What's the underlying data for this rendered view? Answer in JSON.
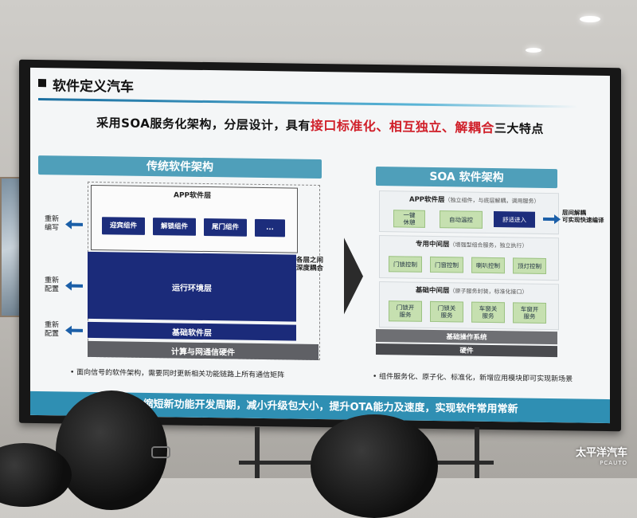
{
  "slide": {
    "title": "软件定义汽车",
    "headline": {
      "prefix": "采用SOA服务化架构，分层设计，具有",
      "highlight1": "接口标准化",
      "sep1": "、",
      "highlight2": "相互独立",
      "sep2": "、",
      "highlight3": "解耦合",
      "suffix": "三大特点"
    },
    "left": {
      "header": "传统软件架构",
      "app_layer": "APP软件层",
      "components": [
        "迎宾组件",
        "解锁组件",
        "尾门组件",
        "..."
      ],
      "runtime_layer": "运行环境层",
      "base_layer": "基础软件层",
      "hardware": "计算与网通信硬件",
      "coupling_note": "各层之间\n深度耦合",
      "side_labels": [
        "重新\n编写",
        "重新\n配置",
        "重新\n配置"
      ],
      "bullet": "• 面向信号的软件架构，需要同时更新相关功能链路上所有通信矩阵"
    },
    "right": {
      "header": "SOA 软件架构",
      "app_layer": "APP软件层",
      "app_note": "（独立组件，与底层解耦，调用服务）",
      "app_items": [
        "一键\n休憩",
        "自动温控",
        "舒适进入"
      ],
      "app_arrow_note": "层间解耦\n可实现快速编译",
      "middle_layer": "专用中间层",
      "middle_note": "（增强型组合服务，独立执行）",
      "middle_items": [
        "门锁控制",
        "门窗控制",
        "喇叭控制",
        "顶灯控制"
      ],
      "base_middle_layer": "基础中间层",
      "base_middle_note": "（原子服务封装，标准化接口）",
      "base_items": [
        "门锁开\n服务",
        "门锁关\n服务",
        "车窗关\n服务",
        "车窗开\n服务"
      ],
      "os_layer": "基础操作系统",
      "hardware": "硬件",
      "bullet": "• 组件服务化、原子化、标准化，新增应用模块即可实现新场景"
    },
    "bottom_band": "化，缩短新功能开发周期，减小升级包大小，提升OTA能力及速度，实现软件常用常新"
  },
  "watermark": {
    "text": "太平洋汽车",
    "sub": "PCAUTO"
  },
  "colors": {
    "header_teal": "#4f9fba",
    "navy": "#1b2b7a",
    "red_highlight": "#d0202a",
    "green_button": "#c6e0b0",
    "bottom_band": "#2f8fb3"
  }
}
